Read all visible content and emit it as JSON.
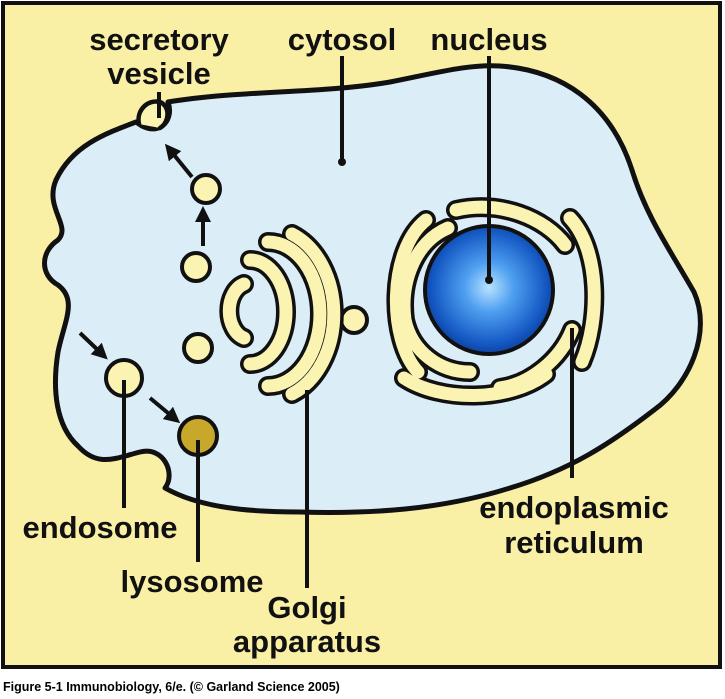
{
  "labels": {
    "secretory_vesicle_line1": "secretory",
    "secretory_vesicle_line2": "vesicle",
    "cytosol": "cytosol",
    "nucleus": "nucleus",
    "endosome": "endosome",
    "lysosome": "lysosome",
    "golgi_line1": "Golgi",
    "golgi_line2": "apparatus",
    "er_line1": "endoplasmic",
    "er_line2": "reticulum"
  },
  "caption": "Figure 5-1  Immunobiology, 6/e. (© Garland Science 2005)",
  "colors": {
    "panel_background": "#f9f0a6",
    "cytosol": "#dbeef7",
    "membrane": "#111111",
    "organelle_fill": "#fbf3b2",
    "lysosome": "#c7a82a",
    "nucleus_center": "#9fd3fb",
    "nucleus_edge": "#0a3fa0"
  }
}
